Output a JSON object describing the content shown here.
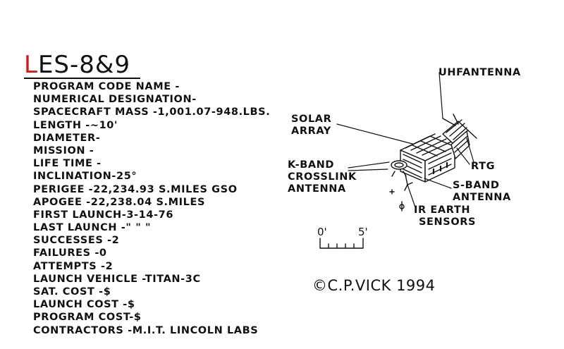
{
  "title": {
    "first_letter": "L",
    "rest": "ES-8&9"
  },
  "specs": [
    "PROGRAM CODE NAME  -",
    "NUMERICAL DESIGNATION-",
    "SPACECRAFT MASS -1,001.07-948.LBS.",
    "LENGTH  -~10'",
    "DIAMETER-",
    "MISSION -",
    "LIFE TIME -",
    "INCLINATION-25°",
    "PERIGEE  -22,234.93 S.MILES GSO",
    "APOGEE  -22,238.04 S.MILES",
    "FIRST LAUNCH-3-14-76",
    "LAST LAUNCH -\"  \"  \"",
    "SUCCESSES -2",
    "FAILURES  -0",
    "ATTEMPTS  -2",
    "LAUNCH VEHICLE -TITAN-3C",
    "SAT. COST   -$",
    "LAUNCH  COST -$",
    "PROGRAM COST-$",
    "CONTRACTORS -M.I.T. LINCOLN LABS"
  ],
  "labels": {
    "uhf_antenna": "UHFANTENNA",
    "solar_array_1": "SOLAR",
    "solar_array_2": "ARRAY",
    "kband_1": "K-BAND",
    "kband_2": "CROSSLINK",
    "kband_3": "ANTENNA",
    "rtg": "RTG",
    "sband_1": "S-BAND",
    "sband_2": "ANTENNA",
    "ir_1": "IR EARTH",
    "ir_2": "SENSORS"
  },
  "scale": {
    "start": "0'",
    "end": "5'"
  },
  "copyright": "©C.P.VICK 1994"
}
